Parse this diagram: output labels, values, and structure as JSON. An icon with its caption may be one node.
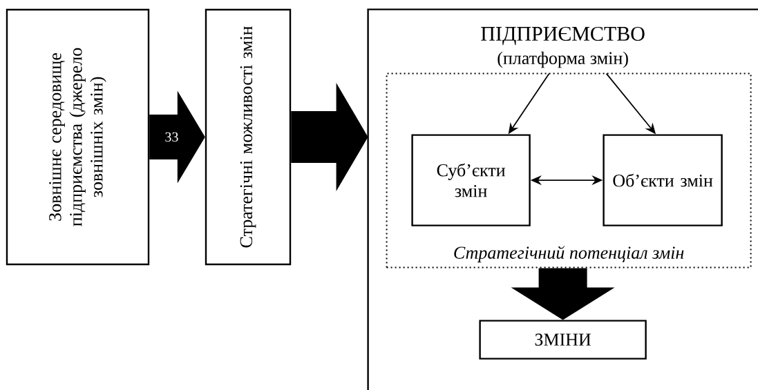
{
  "diagram": {
    "nodes": [
      {
        "text": [
          "Зовнішнє середовище підприємства (джерело зовнішніх змін)"
        ]
      },
      {
        "text": [
          "Стратегічні можливості змін"
        ]
      },
      {
        "text": [],
        "shape": "box"
      },
      {
        "text": [
          "ПІДПРИЄМСТВО",
          "(платформа змін)"
        ],
        "in": 2
      },
      {
        "text": [
          "Стратегічний потенціал змін"
        ],
        "in": 2
      },
      {
        "text": [
          "Суб’єкти змін"
        ],
        "in": 4
      },
      {
        "text": [
          "Об’єкти змін"
        ],
        "in": 4
      },
      {
        "text": [
          "ЗМІНИ"
        ],
        "in": 2
      }
    ],
    "edges": [
      {
        "from": 0,
        "to": 1,
        "arrow": "to",
        "style": "thick",
        "label": "33"
      },
      {
        "from": 1,
        "to": 2,
        "arrow": "to",
        "style": "thick"
      },
      {
        "from": 3,
        "to": 5,
        "arrow": "to"
      },
      {
        "from": 3,
        "to": 6,
        "arrow": "to"
      },
      {
        "from": 5,
        "to": 6,
        "arrow": "both"
      },
      {
        "from": 4,
        "to": 7,
        "arrow": "to",
        "style": "thick"
      }
    ]
  }
}
